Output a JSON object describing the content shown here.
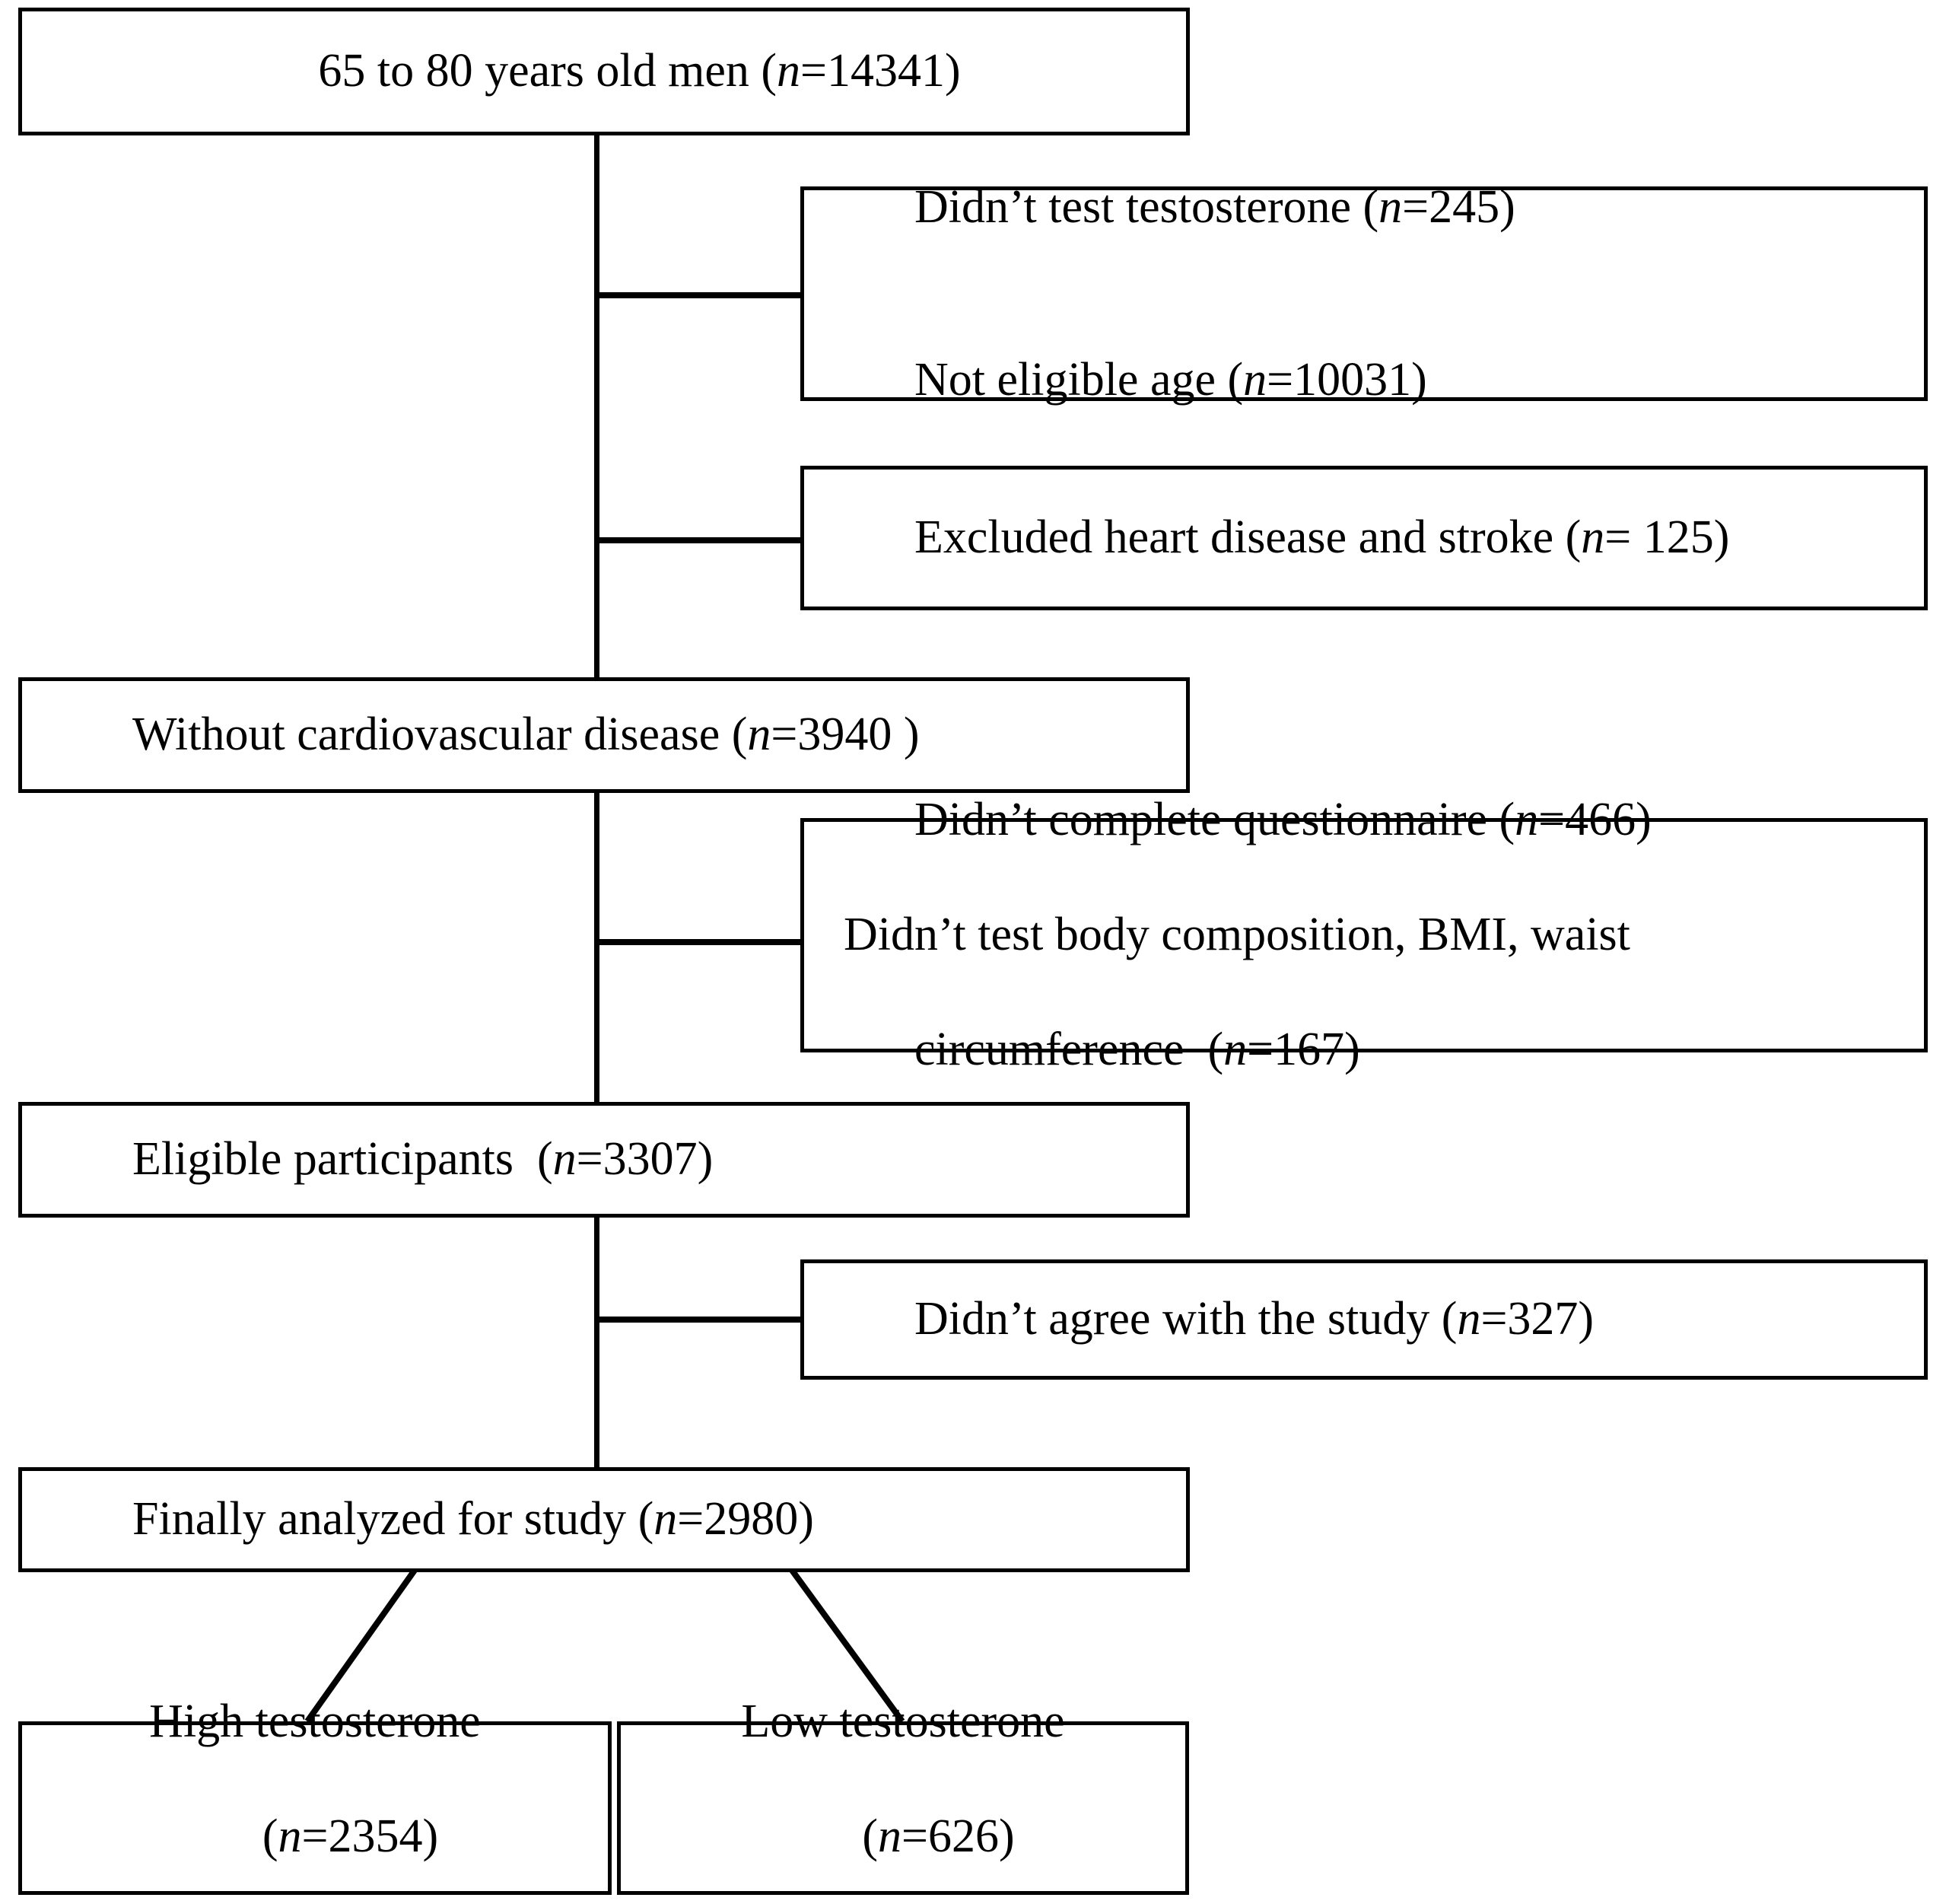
{
  "diagram": {
    "title": "Participant selection flow diagram",
    "type": "flowchart",
    "colors": {
      "box_border": "#000000",
      "box_fill": "#ffffff",
      "connector": "#000000",
      "text": "#000000"
    },
    "nodes": {
      "source_population": {
        "label": "65 to 80 years old men (",
        "n_prefix": "n",
        "n_value": "=14341)",
        "full_text": "65 to 80 years old men (n=14341)",
        "count": 14341
      },
      "exclusion_1": {
        "line1_a": "Didn’t test testosterone (",
        "line1_n": "n",
        "line1_b": "=245)",
        "line2_a": "Not eligible age (",
        "line2_n": "n",
        "line2_b": "=10031)",
        "full_text": "Didn’t test testosterone (n=245)\nNot eligible age (n=10031)",
        "counts": [
          245,
          10031
        ]
      },
      "exclusion_2": {
        "line1_a": "Excluded heart disease and stroke (",
        "line1_n": "n",
        "line1_b": "= 125)",
        "full_text": "Excluded heart disease and stroke (n= 125)",
        "counts": [
          125
        ]
      },
      "without_cvd": {
        "label": "Without cardiovascular disease (",
        "n_prefix": "n",
        "n_value": "=3940 )",
        "full_text": "Without cardiovascular disease (n=3940 )",
        "count": 3940
      },
      "exclusion_3": {
        "line1_a": "Didn’t complete questionnaire (",
        "line1_n": "n",
        "line1_b": "=466)",
        "line2_a": "Didn’t test body composition, BMI, waist",
        "line3_a": "circumference  (",
        "line3_n": "n",
        "line3_b": "=167)",
        "full_text": "Didn’t complete questionnaire (n=466)\nDidn’t test body composition, BMI, waist circumference  (n=167)",
        "counts": [
          466,
          167
        ]
      },
      "eligible": {
        "label": "Eligible participants  (",
        "n_prefix": "n",
        "n_value": "=3307)",
        "full_text": "Eligible participants  (n=3307)",
        "count": 3307
      },
      "exclusion_4": {
        "line1_a": "Didn’t agree with the study (",
        "line1_n": "n",
        "line1_b": "=327)",
        "full_text": "Didn’t agree with the study (n=327)",
        "counts": [
          327
        ]
      },
      "analyzed": {
        "label": "Finally analyzed for study (",
        "n_prefix": "n",
        "n_value": "=2980)",
        "full_text": "Finally analyzed for study (n=2980)",
        "count": 2980
      },
      "group_high": {
        "line1": "High testosterone",
        "line2_a": "(",
        "line2_n": "n",
        "line2_b": "=2354)",
        "full_text": "High testosterone\n(n=2354)",
        "count": 2354
      },
      "group_low": {
        "line1": "Low testosterone",
        "line2_a": "(",
        "line2_n": "n",
        "line2_b": "=626)",
        "full_text": "Low testosterone\n(n=626)",
        "count": 626
      }
    }
  }
}
